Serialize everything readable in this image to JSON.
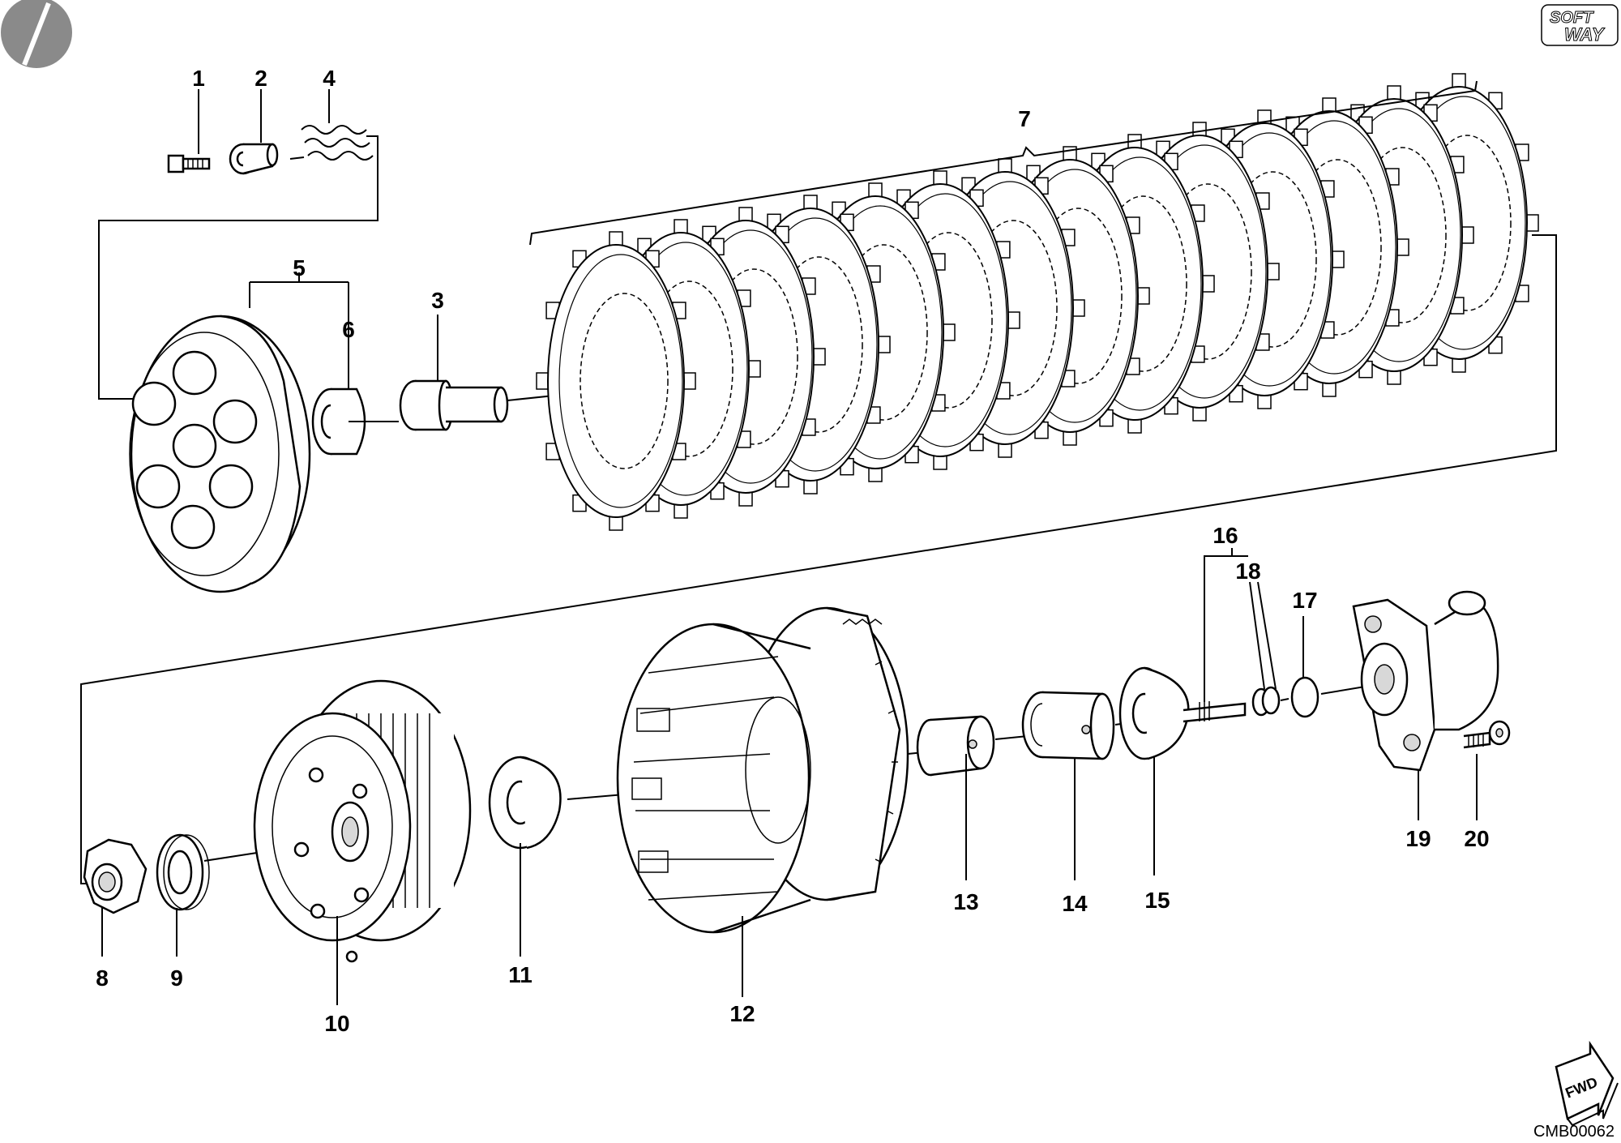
{
  "diagram": {
    "drawing_code": "CMB00062",
    "brand_logo_text": "SOFT WAY",
    "direction_label": "FWD",
    "callouts": [
      "1",
      "2",
      "3",
      "4",
      "5",
      "6",
      "7",
      "8",
      "9",
      "10",
      "11",
      "12",
      "13",
      "14",
      "15",
      "16",
      "17",
      "18",
      "19",
      "20"
    ]
  }
}
